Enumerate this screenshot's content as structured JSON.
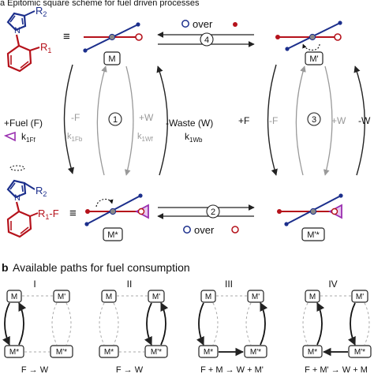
{
  "header": {
    "partial_title": "a Epitomic square scheme for fuel driven processes"
  },
  "panel_a": {
    "equiv_top": "≡",
    "equiv_bottom": "≡",
    "r2_top": "R",
    "r2_top_sub": "2",
    "r1_top": "R",
    "r1_top_sub": "1",
    "r2_bottom": "R",
    "r2_bottom_sub": "2",
    "r1f_bottom": "R",
    "r1f_bottom_sub": "1",
    "r1f_suffix": "-F",
    "n_label": "N",
    "states": {
      "m": "M",
      "m_prime": "M'",
      "m_star": "M*",
      "m_prime_star": "M'*"
    },
    "path4": {
      "number": "4",
      "legend_text": "over"
    },
    "path2": {
      "number": "2",
      "legend_text": "over"
    },
    "path1": {
      "number": "1",
      "fuel_label": "+Fuel (F)",
      "k1ff": "k",
      "k1ff_sub": "1Ff",
      "minus_f": "-F",
      "k1fb": "k",
      "k1fb_sub": "1Fb",
      "plus_w": "+W",
      "k1wf": "k",
      "k1wf_sub": "1Wf",
      "waste_label": "-Waste (W)",
      "k1wb": "k",
      "k1wb_sub": "1Wb"
    },
    "path3": {
      "number": "3",
      "plus_f": "+F",
      "minus_f": "-F",
      "plus_w": "+W",
      "minus_w": "-W"
    },
    "colors": {
      "red": "#b5121b",
      "blue": "#1c2f8c",
      "purple": "#9a2fb0",
      "gray": "#999999"
    }
  },
  "panel_b": {
    "letter": "b",
    "title": "Available paths for fuel consumption",
    "columns": [
      {
        "label": "I",
        "m": "M",
        "mp": "M'",
        "ms": "M*",
        "mps": "M'*",
        "caption": "F → W"
      },
      {
        "label": "II",
        "m": "M",
        "mp": "M'",
        "ms": "M*",
        "mps": "M'*",
        "caption": "F → W"
      },
      {
        "label": "III",
        "m": "M",
        "mp": "M'",
        "ms": "M*",
        "mps": "M'*",
        "caption": "F + M → W + M'"
      },
      {
        "label": "IV",
        "m": "M",
        "mp": "M'",
        "ms": "M*",
        "mps": "M'*",
        "caption": "F + M' → W + M"
      }
    ]
  }
}
